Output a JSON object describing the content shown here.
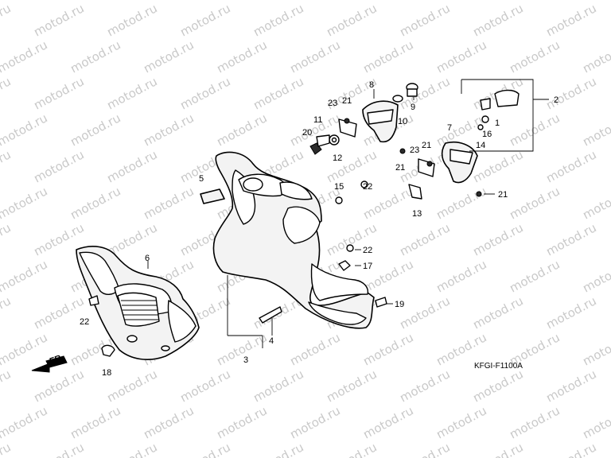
{
  "watermark": {
    "text": "motod.ru"
  },
  "diagram_code": "KFGI-F1100A",
  "direction_label": "FR.",
  "callouts": [
    {
      "id": "c2",
      "label": "2"
    },
    {
      "id": "c8",
      "label": "8"
    },
    {
      "id": "c9",
      "label": "9"
    },
    {
      "id": "c21a",
      "label": "21"
    },
    {
      "id": "c23a",
      "label": "23"
    },
    {
      "id": "c1",
      "label": "1"
    },
    {
      "id": "c11",
      "label": "11"
    },
    {
      "id": "c10",
      "label": "10"
    },
    {
      "id": "c16",
      "label": "16"
    },
    {
      "id": "c20",
      "label": "20"
    },
    {
      "id": "c7",
      "label": "7"
    },
    {
      "id": "c14",
      "label": "14"
    },
    {
      "id": "c12",
      "label": "12"
    },
    {
      "id": "c23b",
      "label": "23"
    },
    {
      "id": "c21b",
      "label": "21"
    },
    {
      "id": "c21c",
      "label": "21"
    },
    {
      "id": "c5",
      "label": "5"
    },
    {
      "id": "c15",
      "label": "15"
    },
    {
      "id": "c22a",
      "label": "22"
    },
    {
      "id": "c21d",
      "label": "21"
    },
    {
      "id": "c13",
      "label": "13"
    },
    {
      "id": "c6",
      "label": "6"
    },
    {
      "id": "c22b",
      "label": "22"
    },
    {
      "id": "c17",
      "label": "17"
    },
    {
      "id": "c19",
      "label": "19"
    },
    {
      "id": "c22c",
      "label": "22"
    },
    {
      "id": "c4",
      "label": "4"
    },
    {
      "id": "c3",
      "label": "3"
    },
    {
      "id": "c18",
      "label": "18"
    }
  ]
}
